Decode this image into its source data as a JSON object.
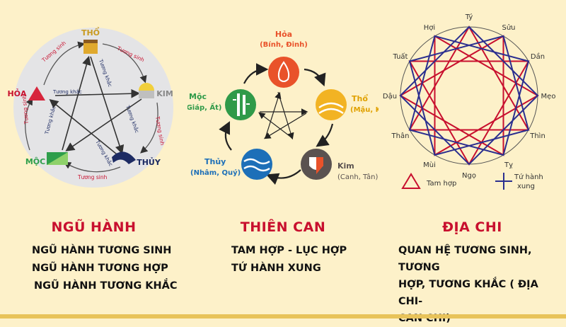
{
  "ngu_hanh": {
    "labels": {
      "tho": "THỔ",
      "kim": "KIM",
      "thuy": "THỦY",
      "moc": "MỘC",
      "hoa": "HỎA"
    },
    "arrows": {
      "sinh_top_left": "Tương sinh",
      "sinh_top_right": "Tương sinh",
      "sinh_right": "Tương sinh",
      "sinh_bottom": "Tương sinh",
      "sinh_left": "Tương sinh",
      "khac_1": "Tương khắc",
      "khac_2": "Tương khắc",
      "khac_3": "Tương khắc",
      "khac_4": "Tương khắc",
      "khac_5": "Tương khắc"
    },
    "title": "NGŨ HÀNH",
    "lines": [
      "NGŨ HÀNH TƯƠNG SINH",
      "NGŨ HÀNH TƯƠNG HỢP",
      "NGŨ HÀNH TƯƠNG KHẮC"
    ]
  },
  "thien_can": {
    "hoa": {
      "name": "Hỏa",
      "sub": "(Bính, Đinh)"
    },
    "tho": {
      "name": "Thổ",
      "sub": "(Mậu, Kỷ)"
    },
    "kim": {
      "name": "Kim",
      "sub": "(Canh, Tân)"
    },
    "thuy": {
      "name": "Thủy",
      "sub": "(Nhâm, Quý)"
    },
    "moc": {
      "name": "Mộc",
      "sub": "(Giáp, Ất)"
    },
    "title": "THIÊN CAN",
    "lines": [
      "TAM HỢP - LỤC HỢP",
      "TỨ HÀNH XUNG"
    ]
  },
  "dia_chi": {
    "branches": [
      "Tý",
      "Sửu",
      "Dần",
      "Mẹo",
      "Thìn",
      "Tỵ",
      "Ngọ",
      "Mùi",
      "Thân",
      "Dậu",
      "Tuất",
      "Hợi"
    ],
    "legend": {
      "tam_hop": "Tam hợp",
      "tu_hanh_xung_1": "Tứ hành",
      "tu_hanh_xung_2": "xung"
    },
    "title": "ĐỊA CHI",
    "lines": [
      "QUAN HỆ TƯƠNG SINH, TƯƠNG",
      "HỢP, TƯƠNG KHẮC ( ĐỊA CHI-",
      "CAN CHI)"
    ]
  },
  "colors": {
    "title": "#c8102e",
    "background": "#fdf1c9",
    "tam_hop": "#c8102e",
    "xung": "#2b2f8f"
  }
}
